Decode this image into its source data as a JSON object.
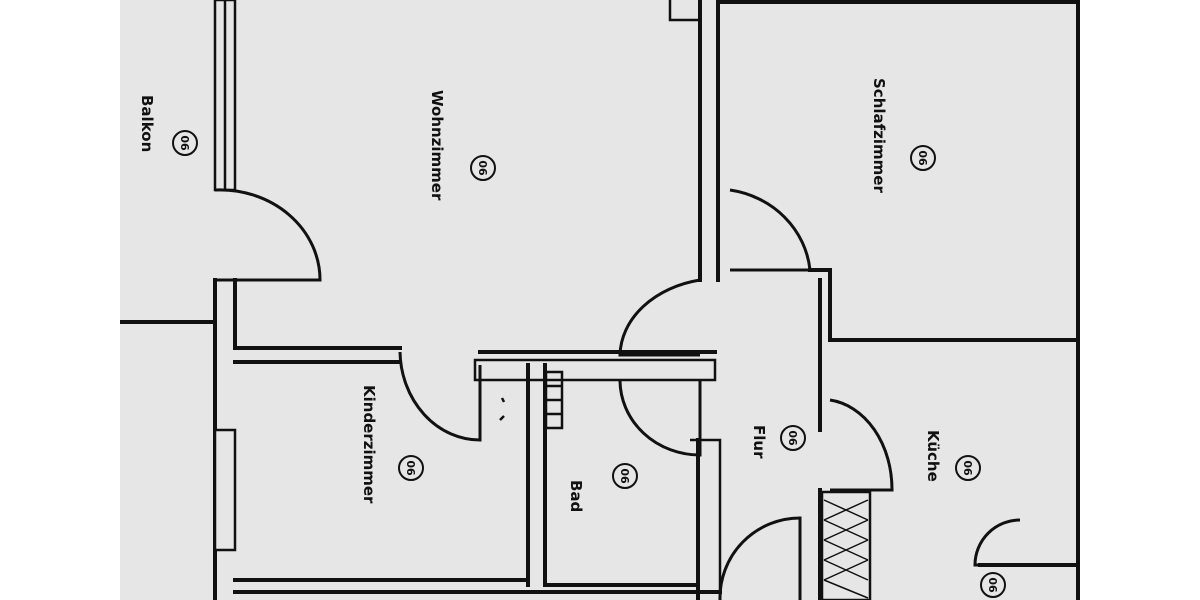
{
  "rooms": {
    "balkon": {
      "name": "Balkon",
      "code": "06"
    },
    "wohnzimmer": {
      "name": "Wohnzimmer",
      "code": "06"
    },
    "schlafzimmer": {
      "name": "Schlafzimmer",
      "code": "06"
    },
    "kinderzimmer": {
      "name": "Kinderzimmer",
      "code": "06"
    },
    "bad": {
      "name": "Bad",
      "code": "06"
    },
    "flur": {
      "name": "Flur",
      "code": "06"
    },
    "kueche": {
      "name": "Küche",
      "code": "06"
    },
    "extra": {
      "code": "06"
    }
  }
}
